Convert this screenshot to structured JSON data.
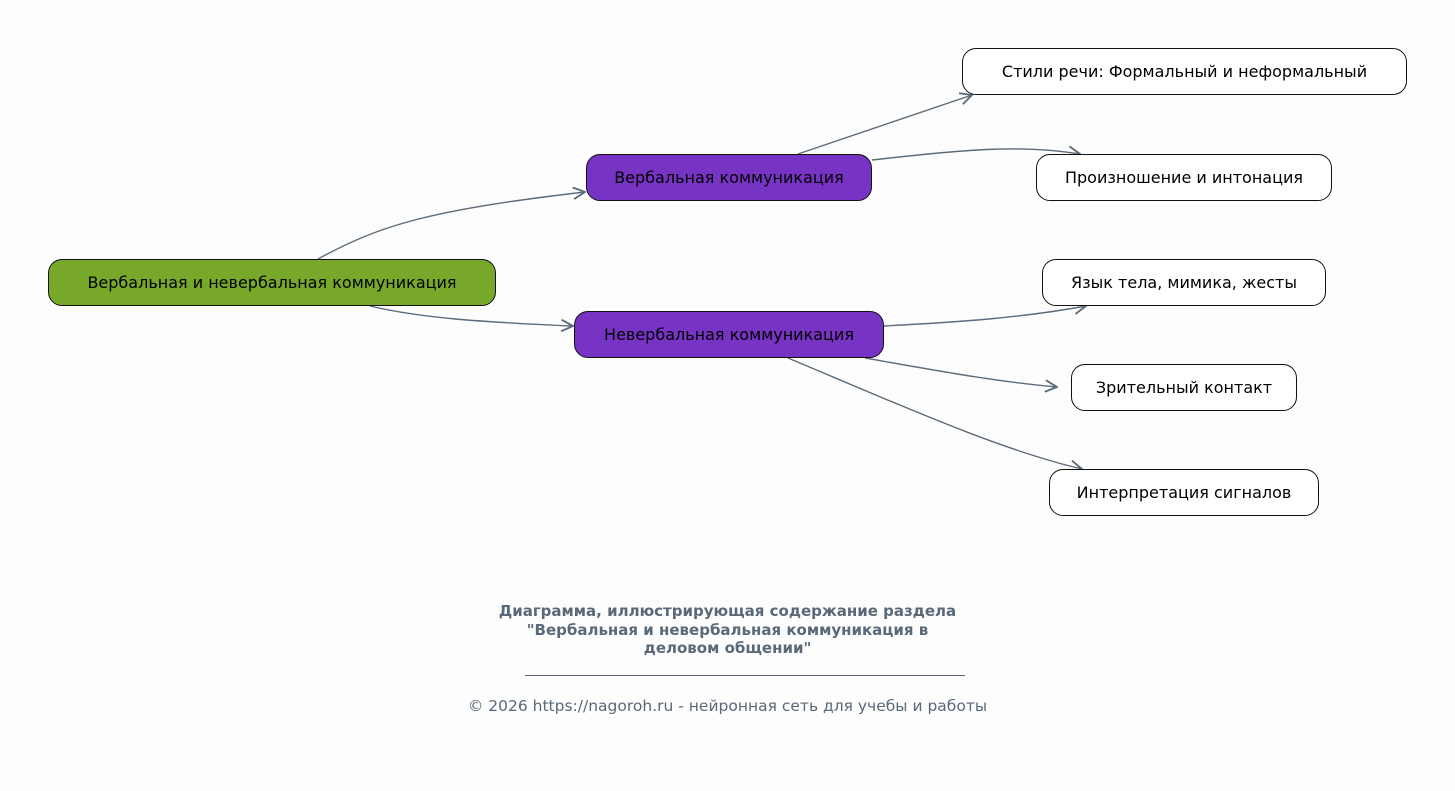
{
  "diagram": {
    "root": "Вербальная и невербальная коммуникация",
    "branches": [
      {
        "label": "Вербальная коммуникация",
        "children": [
          "Стили речи: Формальный и неформальный",
          "Произношение и интонация"
        ]
      },
      {
        "label": "Невербальная коммуникация",
        "children": [
          "Язык тела, мимика, жесты",
          "Зрительный контакт",
          "Интерпретация сигналов"
        ]
      }
    ]
  },
  "caption": {
    "lines": [
      "Диаграмма, иллюстрирующая содержание раздела",
      "\"Вербальная и невербальная коммуникация в",
      "деловом общении\""
    ]
  },
  "footer": "© 2026 https://nagoroh.ru - нейронная сеть для учебы и работы",
  "colors": {
    "root": "#78a82a",
    "branch": "#7733c4",
    "leaf": "#ffffff",
    "edge": "#5c6b7a",
    "caption": "#5a6878"
  }
}
